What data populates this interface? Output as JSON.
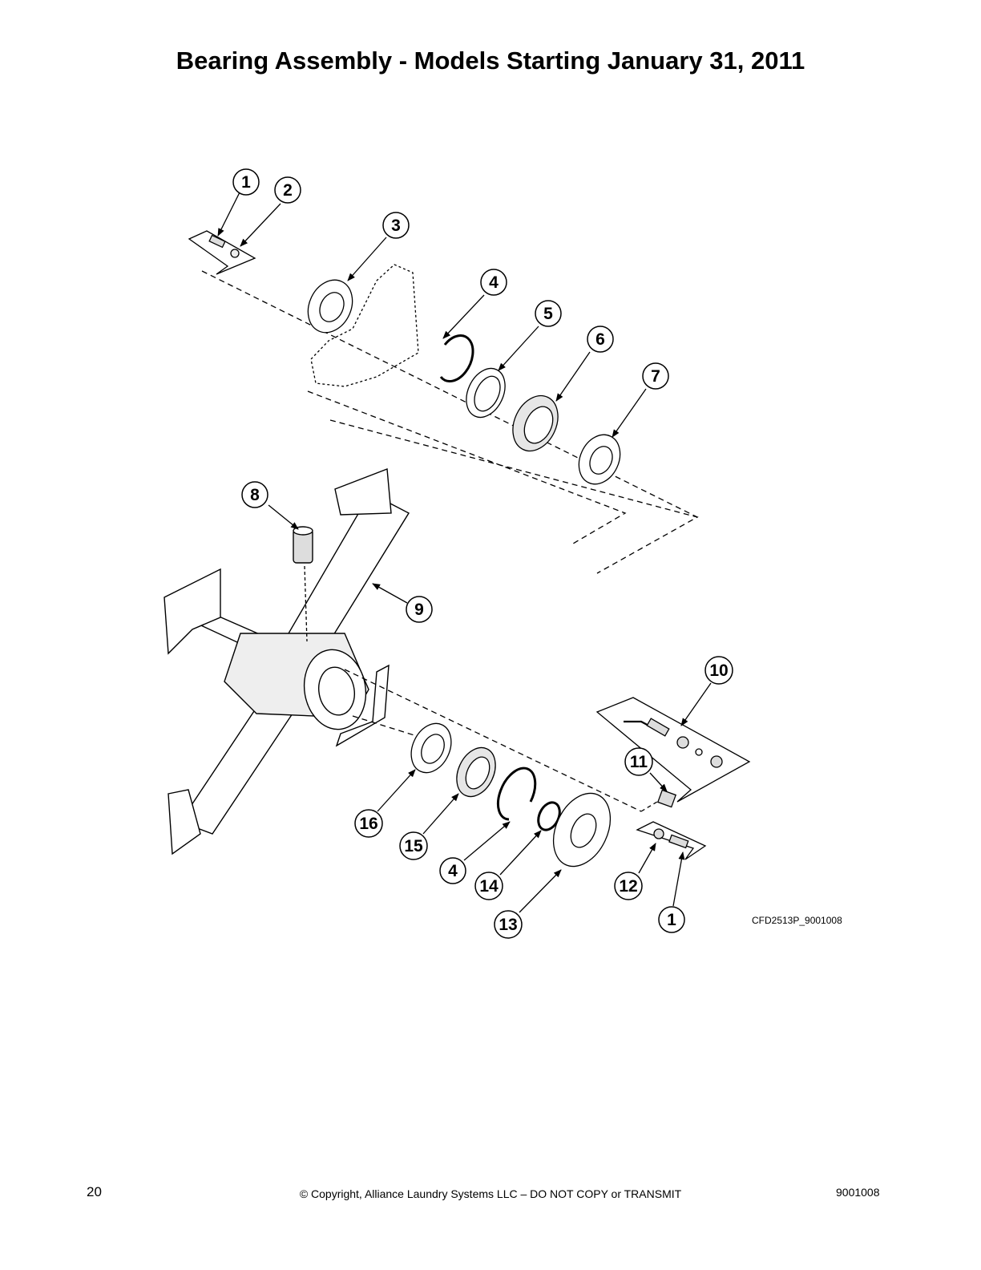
{
  "title": "Bearing Assembly - Models Starting January 31, 2011",
  "figure_code": "CFD2513P_9001008",
  "callouts": [
    {
      "label": "1"
    },
    {
      "label": "2"
    },
    {
      "label": "3"
    },
    {
      "label": "4"
    },
    {
      "label": "5"
    },
    {
      "label": "6"
    },
    {
      "label": "7"
    },
    {
      "label": "8"
    },
    {
      "label": "9"
    },
    {
      "label": "10"
    },
    {
      "label": "11"
    },
    {
      "label": "16"
    },
    {
      "label": "15"
    },
    {
      "label": "4"
    },
    {
      "label": "14"
    },
    {
      "label": "12"
    },
    {
      "label": "13"
    },
    {
      "label": "1"
    }
  ],
  "footer": {
    "page_number": "20",
    "copyright": "© Copyright, Alliance Laundry Systems LLC – DO NOT COPY or TRANSMIT",
    "doc_number": "9001008"
  }
}
